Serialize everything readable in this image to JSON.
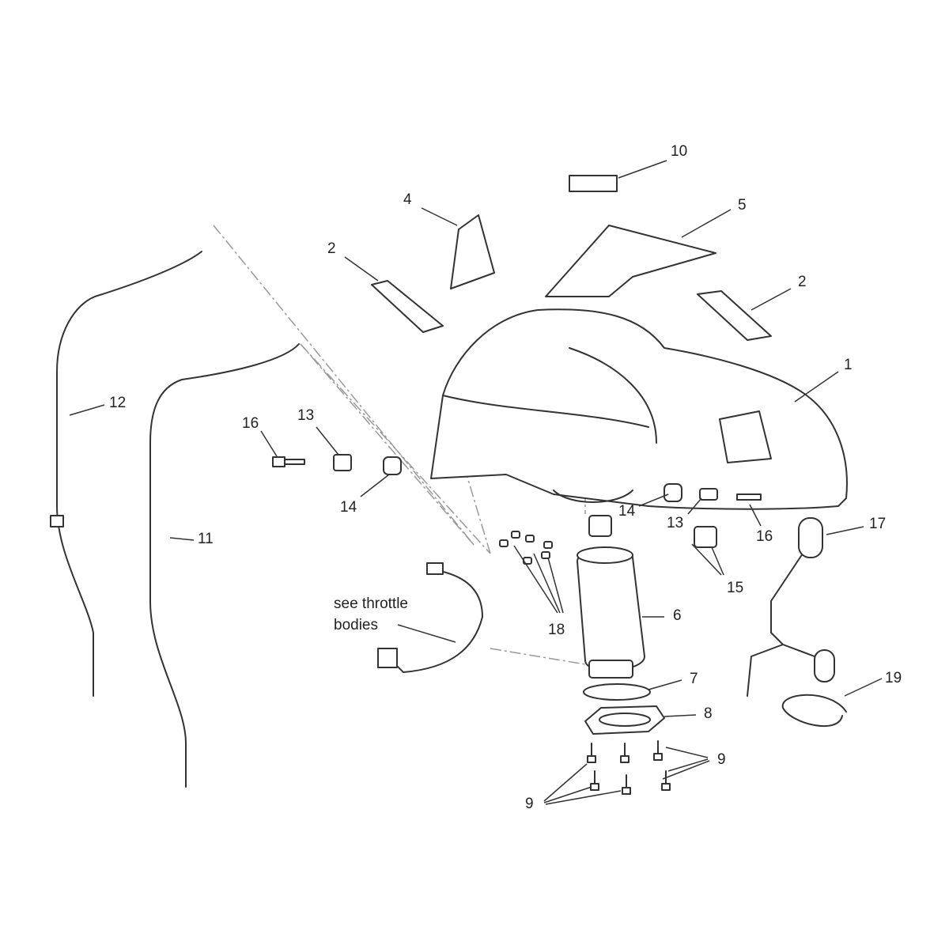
{
  "diagram": {
    "type": "exploded parts diagram",
    "callouts": {
      "c1": "1",
      "c2a": "2",
      "c2b": "2",
      "c4": "4",
      "c5": "5",
      "c6": "6",
      "c7": "7",
      "c8": "8",
      "c9a": "9",
      "c9b": "9",
      "c10": "10",
      "c11": "11",
      "c12": "12",
      "c13a": "13",
      "c13b": "13",
      "c14a": "14",
      "c14b": "14",
      "c15": "15",
      "c16a": "16",
      "c16b": "16",
      "c17": "17",
      "c18": "18",
      "c19": "19"
    },
    "note": {
      "line1": "see throttle",
      "line2": "bodies"
    }
  }
}
